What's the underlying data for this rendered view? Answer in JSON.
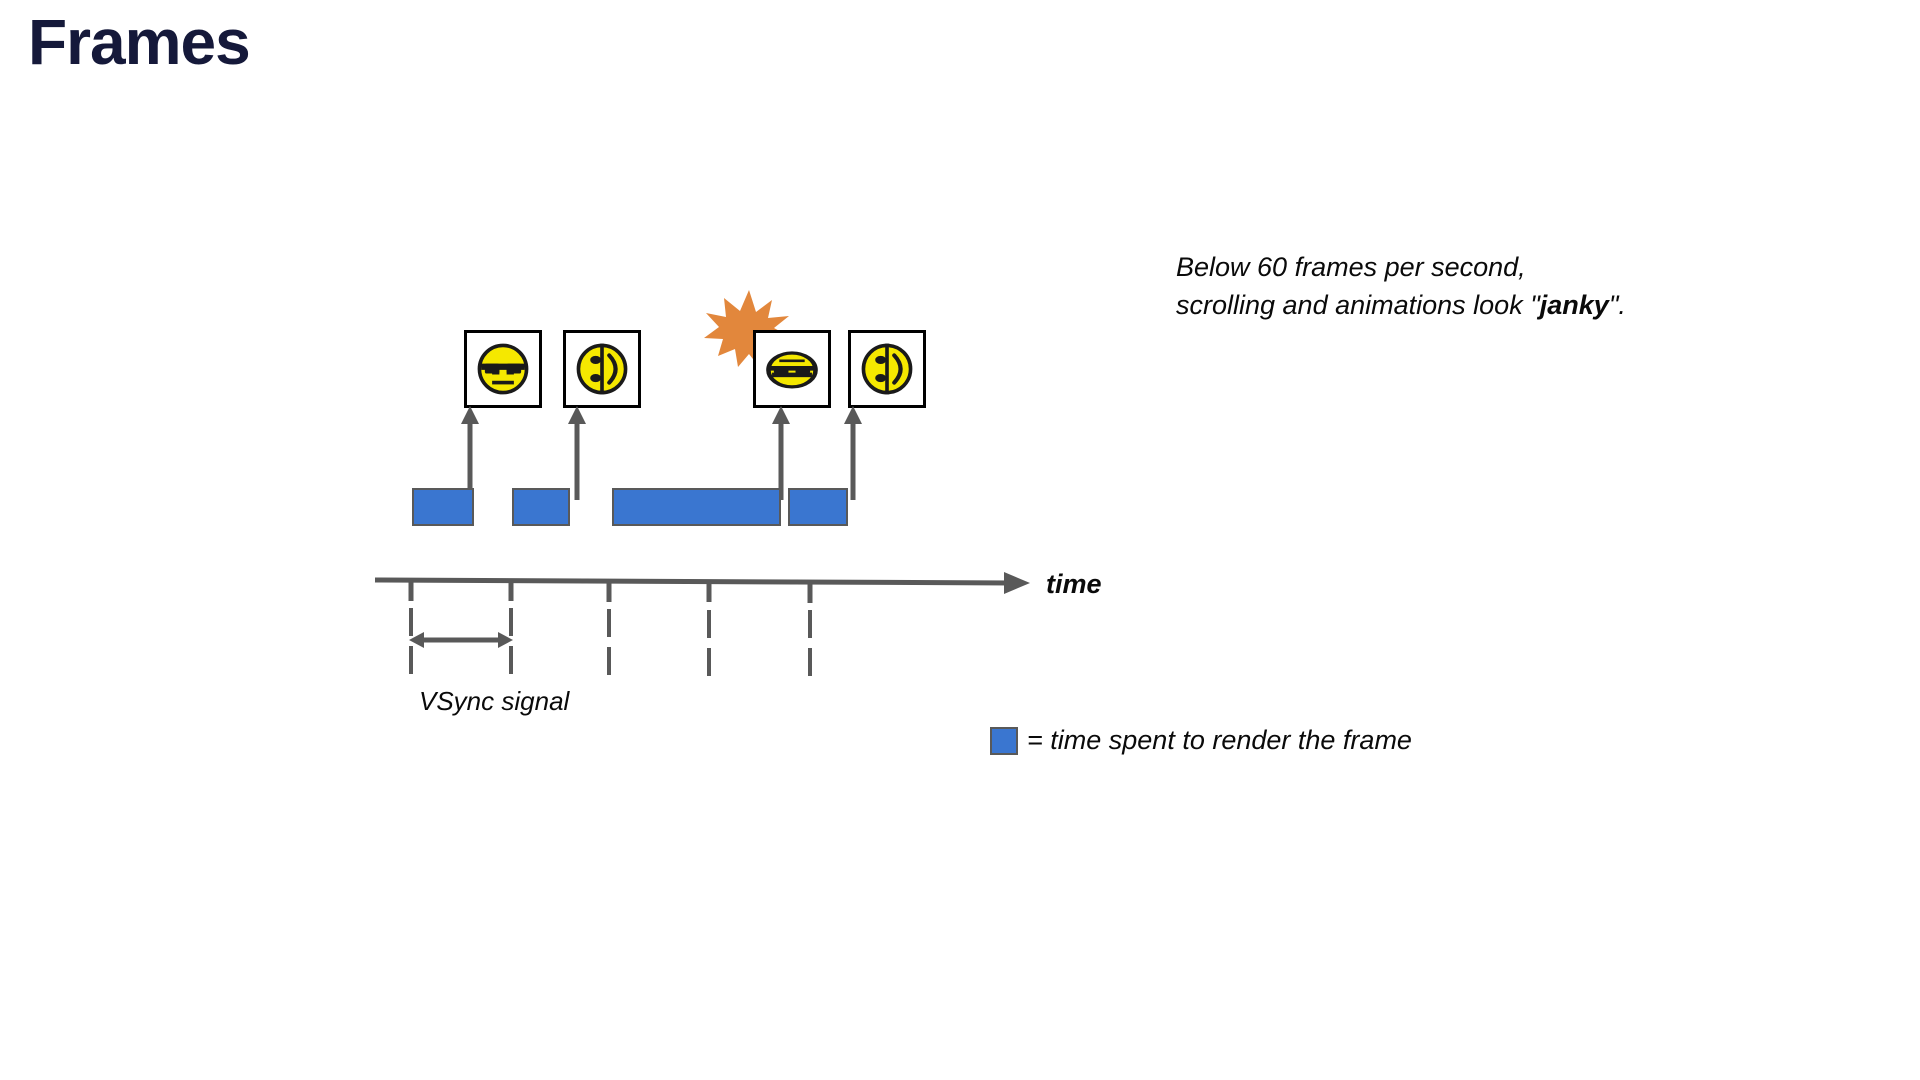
{
  "slide": {
    "title": "Frames",
    "title_color": "#15193A"
  },
  "note": {
    "line1": "Below 60 frames per second,",
    "line2_prefix": "scrolling and animations look \"",
    "line2_bold": "janky",
    "line2_suffix": "\"."
  },
  "diagram": {
    "axis_label": "time",
    "vsync_label": "VSync signal",
    "frames": [
      {
        "name": "frame-1",
        "icon": "smiley-sunglasses-icon",
        "state": "normal"
      },
      {
        "name": "frame-2",
        "icon": "smiley-rotated-icon",
        "state": "normal"
      },
      {
        "name": "frame-3",
        "icon": "smiley-sunglasses-squashed-icon",
        "state": "dropped"
      },
      {
        "name": "frame-4",
        "icon": "smiley-rotated-icon",
        "state": "normal"
      }
    ],
    "render_bars": [
      {
        "name": "render-bar-1",
        "color": "#3A76D0"
      },
      {
        "name": "render-bar-2",
        "color": "#3A76D0"
      },
      {
        "name": "render-bar-3",
        "color": "#3A76D0"
      },
      {
        "name": "render-bar-4",
        "color": "#3A76D0"
      }
    ],
    "vsync_tick_count": 5,
    "burst": {
      "name": "jank-burst-icon",
      "color": "#E2873C"
    }
  },
  "legend": {
    "swatch_color": "#3A76D0",
    "text": "= time spent to render the frame"
  },
  "chart_data": {
    "type": "bar",
    "title": "Frames",
    "xlabel": "time",
    "ylabel": "",
    "grid": false,
    "legend_position": "bottom-right",
    "series": [
      {
        "name": "time spent to render the frame",
        "color": "#3A76D0",
        "bars": [
          {
            "label": "frame-1",
            "start": 0.0,
            "end": 0.62,
            "vsync_interval": 1
          },
          {
            "label": "frame-2",
            "start": 1.0,
            "end": 1.58,
            "vsync_interval": 1
          },
          {
            "label": "frame-3",
            "start": 1.98,
            "end": 3.58,
            "vsync_interval": 2
          },
          {
            "label": "frame-4",
            "start": 3.7,
            "end": 4.28,
            "vsync_interval": 1
          }
        ]
      }
    ],
    "vsync_ticks": [
      0,
      1,
      2,
      3,
      4
    ],
    "annotations": [
      "Below 60 frames per second, scrolling and animations look \"janky\".",
      "VSync signal",
      "= time spent to render the frame"
    ]
  }
}
